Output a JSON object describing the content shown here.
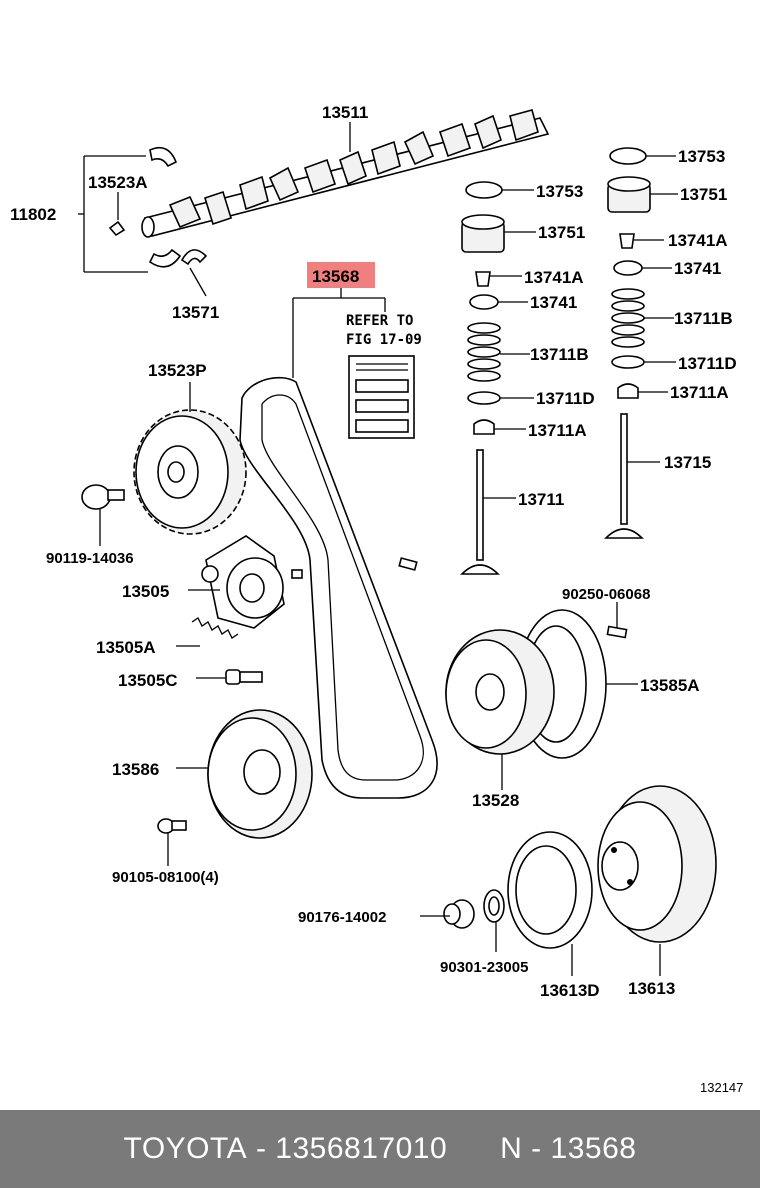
{
  "diagram": {
    "labels": {
      "p13511": "13511",
      "p13523A": "13523A",
      "p11802": "11802",
      "p13571": "13571",
      "p13568": "13568",
      "refer_line1": "REFER TO",
      "refer_line2": "FIG 17-09",
      "p13523P": "13523P",
      "p90119": "90119-14036",
      "p13505": "13505",
      "p13505A": "13505A",
      "p13505C": "13505C",
      "p13586": "13586",
      "p90105": "90105-08100(4)",
      "p13753a": "13753",
      "p13753b": "13753",
      "p13751a": "13751",
      "p13751b": "13751",
      "p13741Aa": "13741A",
      "p13741Ab": "13741A",
      "p13741a": "13741",
      "p13741b": "13741",
      "p13711Ba": "13711B",
      "p13711Bb": "13711B",
      "p13711Da": "13711D",
      "p13711Db": "13711D",
      "p13711Aa": "13711A",
      "p13711Ab": "13711A",
      "p13715": "13715",
      "p13711": "13711",
      "p90250": "90250-06068",
      "p13585A": "13585A",
      "p13528": "13528",
      "p90176": "90176-14002",
      "p90301": "90301-23005",
      "p13613D": "13613D",
      "p13613": "13613",
      "fig_number": "132147"
    },
    "highlight_color": "#f08080"
  },
  "footer": {
    "brand": "TOYOTA",
    "sep1": " - ",
    "part_number": "1356817010",
    "gap": "      ",
    "variant": "N",
    "sep2": " - ",
    "code": "13568",
    "background": "#7a7a7a"
  }
}
